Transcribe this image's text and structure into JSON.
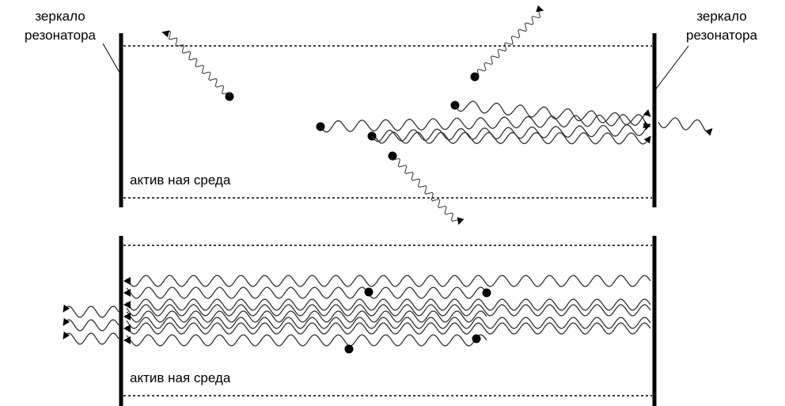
{
  "labels": {
    "mirror_left_line1": "зеркало",
    "mirror_left_line2": "резонатора",
    "mirror_right_line1": "зеркало",
    "mirror_right_line2": "резонатора",
    "medium_top": "актив ная среда",
    "medium_bottom": "актив ная среда"
  },
  "colors": {
    "ink": "#000000",
    "photon": "#333333",
    "background": "#ffffff"
  }
}
